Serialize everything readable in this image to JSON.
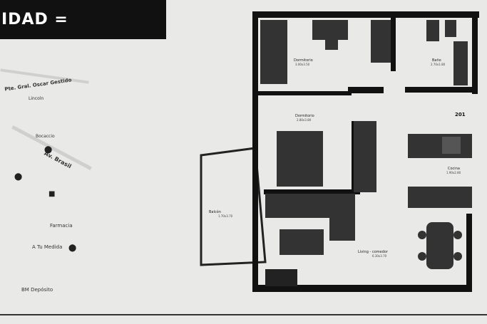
{
  "header": {
    "title": "IDAD ="
  },
  "map": {
    "labels": {
      "l1": "Pte. Gral. Oscar Gestido",
      "l2": "Lincoln",
      "l3": "Av. Brasil",
      "l4": "Farmacia",
      "l5": "A Tu Medida",
      "l6": "Bocaccio",
      "l7": "BM Depósito"
    }
  },
  "plan": {
    "unit_number": "201",
    "rooms": {
      "dormitorio_1": "Dormitorio",
      "dormitorio_1_area": "3.00x3.50",
      "bano": "Baño",
      "bano_area": "2.70x1.80",
      "dormitorio_2": "Dormitorio",
      "dormitorio_2_area": "2.80x3.80",
      "cocina": "Cocina",
      "cocina_area": "1.90x2.80",
      "balcon": "Balcón",
      "balcon_area": "1.70x3.70",
      "living": "Living - comedor",
      "living_area": "6.30x3.70"
    }
  }
}
